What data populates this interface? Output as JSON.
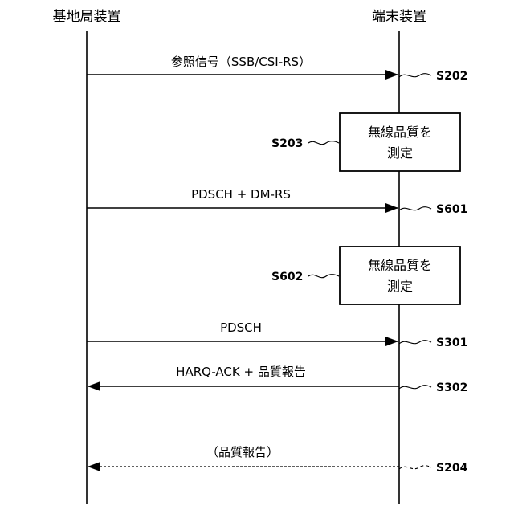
{
  "entities": {
    "base_station": "基地局装置",
    "terminal": "端末装置"
  },
  "messages": [
    {
      "label": "参照信号（SSB/CSI-RS）",
      "step": "S202",
      "direction": "to-terminal",
      "style": "solid"
    },
    {
      "label": "PDSCH + DM-RS",
      "step": "S601",
      "direction": "to-terminal",
      "style": "solid"
    },
    {
      "label": "PDSCH",
      "step": "S301",
      "direction": "to-terminal",
      "style": "solid"
    },
    {
      "label": "HARQ-ACK + 品質報告",
      "step": "S302",
      "direction": "to-base-station",
      "style": "solid"
    },
    {
      "label": "（品質報告）",
      "step": "S204",
      "direction": "to-base-station",
      "style": "dashed"
    }
  ],
  "processes": [
    {
      "line1": "無線品質を",
      "line2": "測定",
      "step": "S203"
    },
    {
      "line1": "無線品質を",
      "line2": "測定",
      "step": "S602"
    }
  ]
}
